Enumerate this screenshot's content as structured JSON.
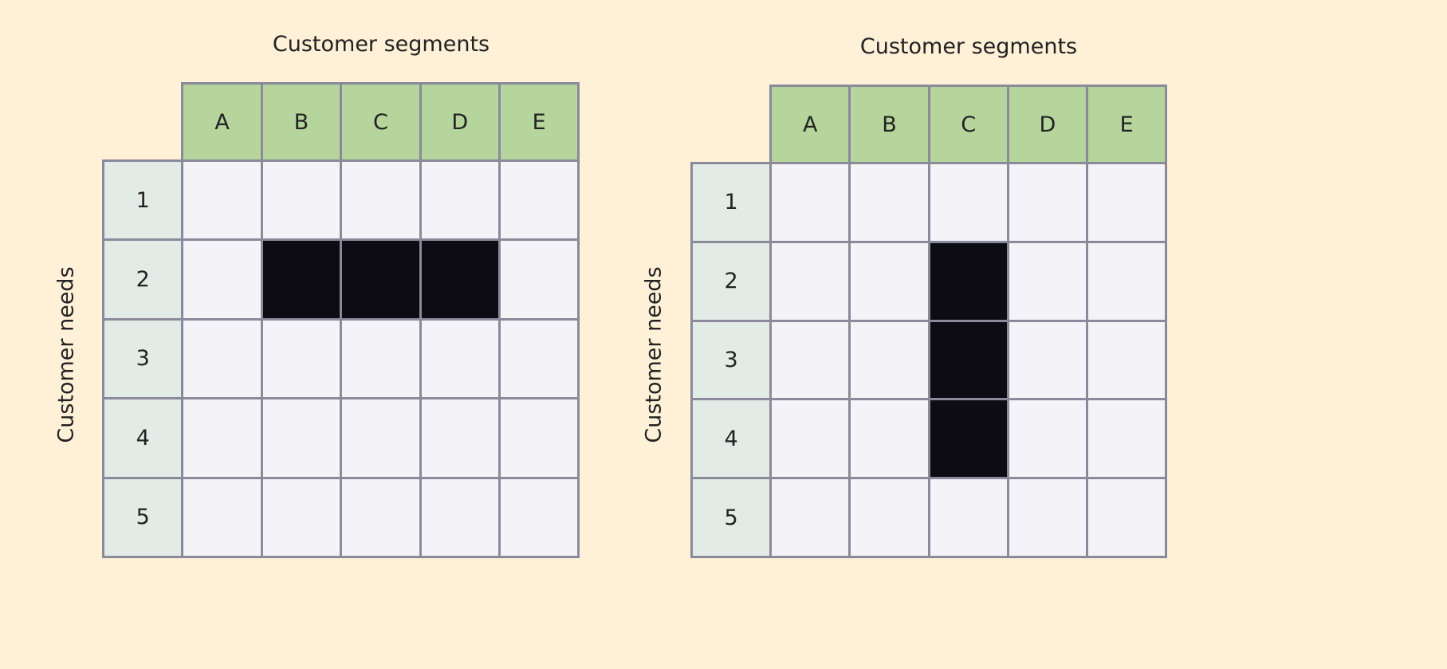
{
  "grids": [
    {
      "title": "Customer segments",
      "ylabel": "Customer needs",
      "columns": [
        "A",
        "B",
        "C",
        "D",
        "E"
      ],
      "rows": [
        "1",
        "2",
        "3",
        "4",
        "5"
      ],
      "filled": [
        [
          1,
          1
        ],
        [
          1,
          2
        ],
        [
          1,
          3
        ]
      ]
    },
    {
      "title": "Customer segments",
      "ylabel": "Customer needs",
      "columns": [
        "A",
        "B",
        "C",
        "D",
        "E"
      ],
      "rows": [
        "1",
        "2",
        "3",
        "4",
        "5"
      ],
      "filled": [
        [
          1,
          2
        ],
        [
          2,
          2
        ],
        [
          3,
          2
        ]
      ]
    }
  ],
  "colors": {
    "background": "#fff0d8",
    "header": "#b5d59c",
    "row_label": "#e2ebe6",
    "cell": "#f3f3f8",
    "filled": "#0c0c12",
    "border": "#8a8a9a"
  }
}
